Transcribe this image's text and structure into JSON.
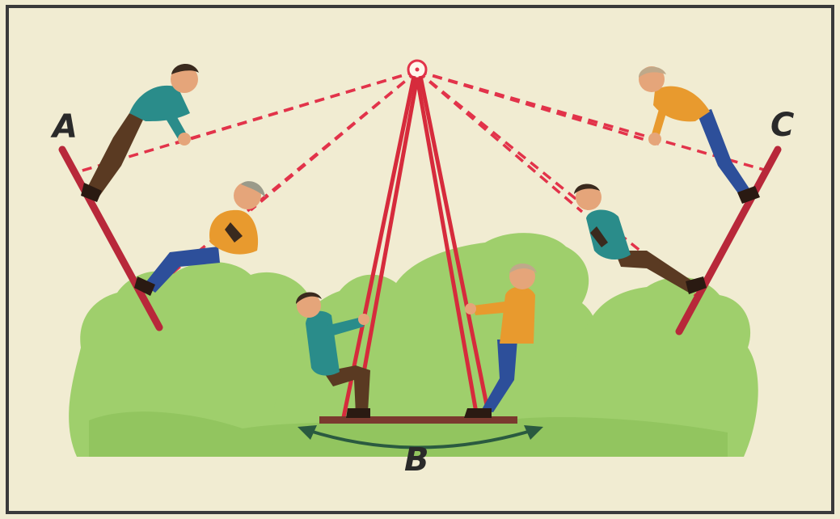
{
  "diagram": {
    "labels": {
      "left_position": "A",
      "bottom_position": "B",
      "right_position": "C"
    },
    "colors": {
      "background": "#f1ecd2",
      "frame": "#3a3a3a",
      "bushes": "#9fcf6c",
      "bushes_dark": "#86bd55",
      "swing_red": "#d62b3c",
      "dashed_lines": "#e2334a",
      "label_text": "#2a2a2a",
      "shirt_teal": "#2a8c8a",
      "shirt_orange": "#e89a2e",
      "pants_brown": "#5a3a22",
      "pants_blue": "#2d4f9a",
      "skin": "#e5a57a",
      "hair": "#3a2a1e",
      "motion_arrow": "#2a5a40"
    }
  }
}
